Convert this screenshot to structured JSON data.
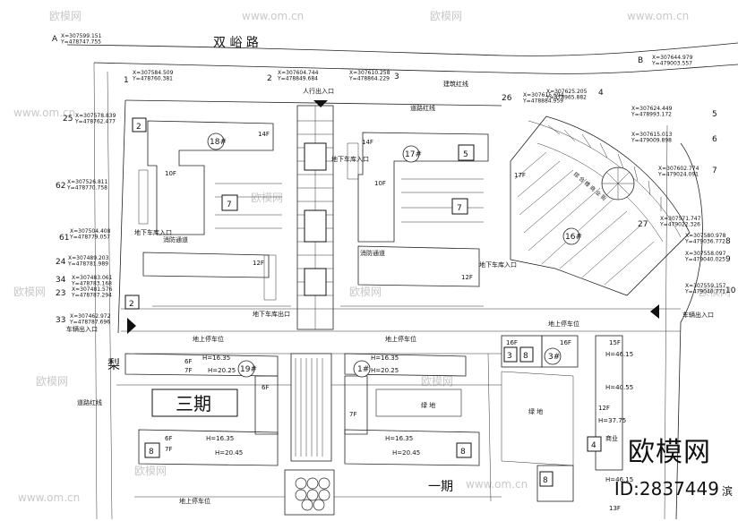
{
  "road": {
    "north": "双 峪 路",
    "west": "梨"
  },
  "phase": {
    "three": "三期",
    "one": "一期"
  },
  "axis": {
    "A": "A",
    "B": "B"
  },
  "coords": [
    {
      "id": "A",
      "t": "X=307599.151\nY=478747.755"
    },
    {
      "id": "1",
      "t": "X=307584.509\nY=478760.381"
    },
    {
      "id": "2a",
      "t": "X=307604.744\nY=478849.684"
    },
    {
      "id": "3",
      "t": "X=307610.258\nY=478864.229"
    },
    {
      "id": "B",
      "t": "X=307644.979\nY=479003.557"
    },
    {
      "id": "25",
      "t": "X=307578.839\nY=478762.477"
    },
    {
      "id": "26",
      "t": "X=307615.694\nY=478884.959"
    },
    {
      "id": "4",
      "t": "X=307625.205\nY=478965.882"
    },
    {
      "id": "5",
      "t": "X=307624.449\nY=478993.172"
    },
    {
      "id": "6",
      "t": "X=307615.013\nY=479009.898"
    },
    {
      "id": "62",
      "t": "X=307526.811\nY=478770.758"
    },
    {
      "id": "7",
      "t": "X=307602.774\nY=479024.091"
    },
    {
      "id": "27",
      "t": "X=307571.747\nY=479022.326"
    },
    {
      "id": "61",
      "t": "X=307504.408\nY=478779.057"
    },
    {
      "id": "8",
      "t": "X=307580.978\nY=479036.772"
    },
    {
      "id": "24",
      "t": "X=307489.203\nY=478781.989"
    },
    {
      "id": "9",
      "t": "X=307558.097\nY=479040.025"
    },
    {
      "id": "34",
      "t": "X=307483.061\nY=478783.168"
    },
    {
      "id": "23",
      "t": "X=307481.576\nY=478787.294"
    },
    {
      "id": "33",
      "t": "X=307462.972\nY=478787.696"
    },
    {
      "id": "10",
      "t": "X=307559.157\nY=479040.771"
    }
  ],
  "points": [
    "1",
    "2",
    "3",
    "25",
    "26",
    "4",
    "5",
    "6",
    "62",
    "7",
    "27",
    "61",
    "8",
    "24",
    "34",
    "23",
    "9",
    "33",
    "10"
  ],
  "buildings": {
    "b18": "18#",
    "b17": "17#",
    "b16": "16#",
    "b19": "19#",
    "b1": "1#",
    "b3": "3#",
    "box2a": "2",
    "box2b": "2",
    "box5": "5",
    "box7a": "7",
    "box7b": "7",
    "box3": "3",
    "box8a": "8",
    "box8b": "8",
    "box8c": "8",
    "box8d": "8",
    "box4": "4"
  },
  "floors": {
    "f14": "14F",
    "f17": "17F",
    "f12": "12F",
    "f10": "10F",
    "f16": "16F",
    "f6": "6F",
    "f7": "7F",
    "f15": "15F",
    "f13": "13F",
    "h1635": "H=16.35",
    "h2025": "H=20.25",
    "h2045": "H=20.45",
    "h4615": "H=46.15",
    "h4055": "H=40.55",
    "h3775": "H=37.75"
  },
  "labels": {
    "gate_ped": "人行出入口",
    "gate_car_w": "车辆出入口",
    "gate_car_e": "车辆出入口",
    "garage_in_a": "地下车库入口",
    "garage_in_b": "地下车库入口",
    "garage_exit": "地下车库出口",
    "garage_in_c": "地下车库入口",
    "fire_road_a": "消防通道",
    "fire_road_b": "消防通道",
    "ground_park_a": "地上停车位",
    "ground_park_b": "地上停车位",
    "ground_park_c": "地上停车位",
    "ground_park_d": "地上停车位",
    "redline": "道路红线",
    "buildline": "建筑红线",
    "landscape": "绿 地",
    "landscape2": "绿 地",
    "commercial": "商业",
    "arc_text": "综 合 楼 商 业 街"
  },
  "watermark": {
    "brand": "欧模网",
    "site": "www.om.cn"
  },
  "brand": {
    "name": "欧模网",
    "id": "ID:2837449",
    "suffix": "滨"
  }
}
